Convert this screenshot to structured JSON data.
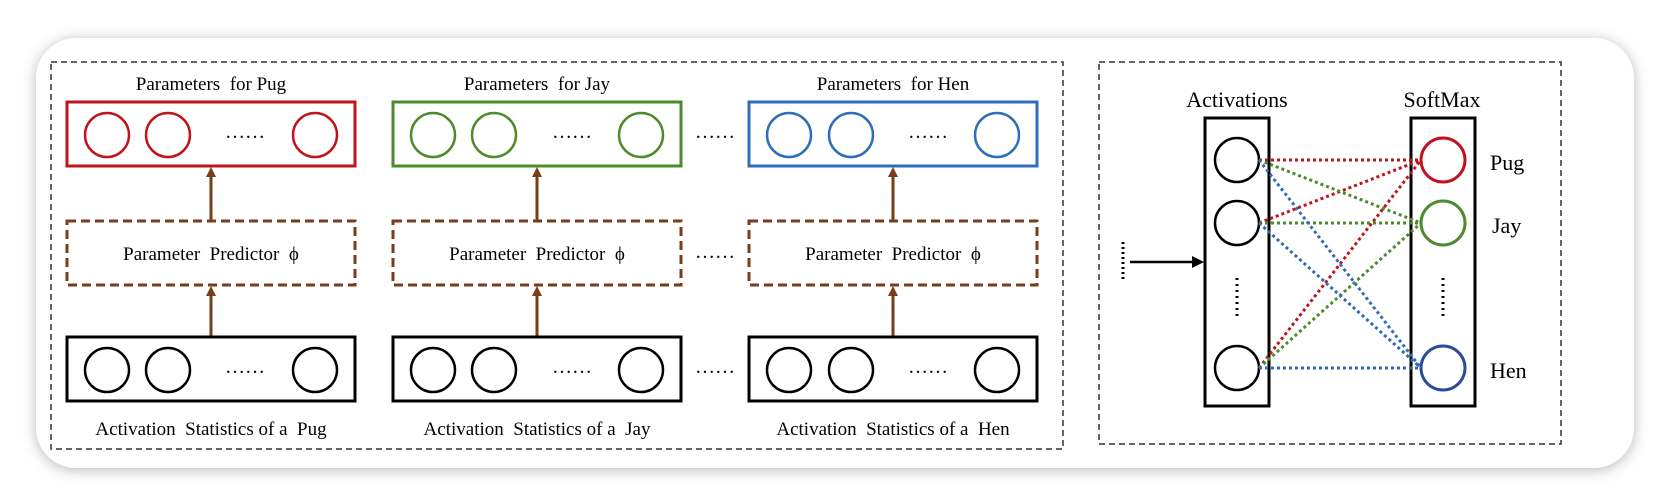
{
  "left_panel": {
    "columns": [
      {
        "param_title": "Parameters  for Pug",
        "predictor_label": "Parameter  Predictor  ϕ",
        "stats_caption": "Activation  Statistics of a  Pug",
        "param_dots": "……",
        "stats_dots": "……"
      },
      {
        "param_title": "Parameters  for Jay",
        "predictor_label": "Parameter  Predictor  ϕ",
        "stats_caption": "Activation  Statistics of a  Jay",
        "param_dots": "……",
        "stats_dots": "……"
      },
      {
        "param_title": "Parameters  for Hen",
        "predictor_label": "Parameter  Predictor  ϕ",
        "stats_caption": "Activation  Statistics of a  Hen",
        "param_dots": "……",
        "stats_dots": "……"
      }
    ],
    "between_dots": "……"
  },
  "right_panel": {
    "activations_title": "Activations",
    "softmax_title": "SoftMax",
    "classes": [
      "Pug",
      "Jay",
      "Hen"
    ]
  },
  "colors": {
    "pug": "#c0141c",
    "jay": "#4e8a2e",
    "hen": "#2f6db8",
    "hen_node": "#2b4c9a",
    "predictor": "#7a3d1a",
    "dash_border": "#333333"
  }
}
